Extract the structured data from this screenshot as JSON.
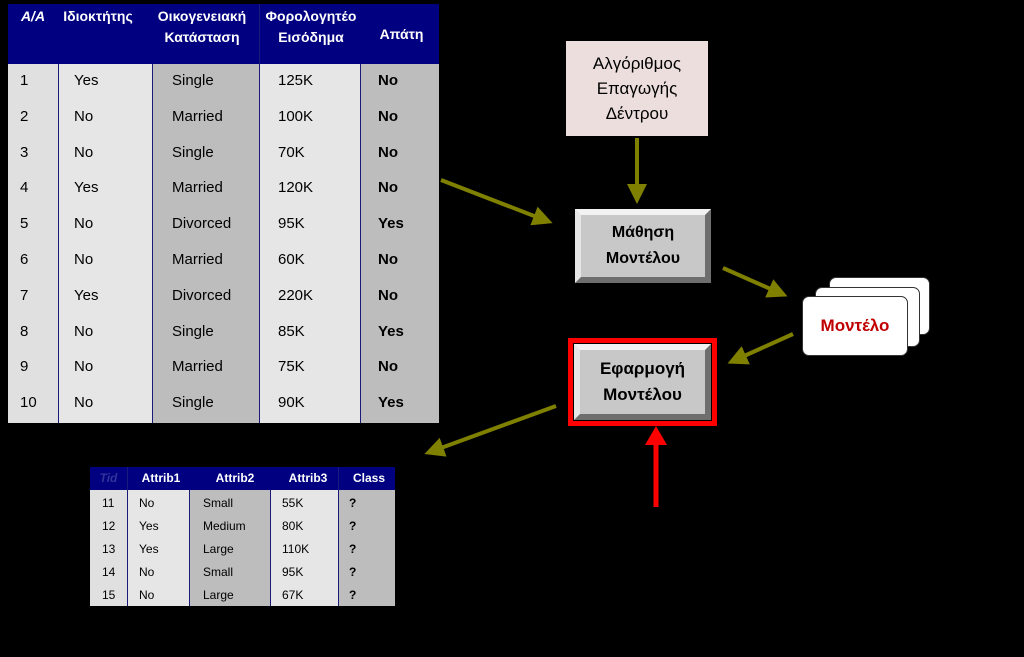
{
  "training_table": {
    "headers": [
      "A/A",
      "Ιδιοκτήτης",
      "Οικογενειακή Κατάσταση",
      "Φορολογητέο Εισόδημα",
      "Απάτη"
    ],
    "header_lines": {
      "c0": "A/A",
      "c1": "Ιδιοκτήτης",
      "c2a": "Οικογενειακή",
      "c2b": "Κατάσταση",
      "c3a": "Φορολογητέο",
      "c3b": "Εισόδημα",
      "c4": "Απάτη"
    },
    "rows": [
      [
        "1",
        "Yes",
        "Single",
        "125K",
        "No"
      ],
      [
        "2",
        "No",
        "Married",
        "100K",
        "No"
      ],
      [
        "3",
        "No",
        "Single",
        "70K",
        "No"
      ],
      [
        "4",
        "Yes",
        "Married",
        "120K",
        "No"
      ],
      [
        "5",
        "No",
        "Divorced",
        "95K",
        "Yes"
      ],
      [
        "6",
        "No",
        "Married",
        "60K",
        "No"
      ],
      [
        "7",
        "Yes",
        "Divorced",
        "220K",
        "No"
      ],
      [
        "8",
        "No",
        "Single",
        "85K",
        "Yes"
      ],
      [
        "9",
        "No",
        "Married",
        "75K",
        "No"
      ],
      [
        "10",
        "No",
        "Single",
        "90K",
        "Yes"
      ]
    ]
  },
  "test_table": {
    "headers": [
      "Tid",
      "Attrib1",
      "Attrib2",
      "Attrib3",
      "Class"
    ],
    "rows": [
      [
        "11",
        "No",
        "Small",
        "55K",
        "?"
      ],
      [
        "12",
        "Yes",
        "Medium",
        "80K",
        "?"
      ],
      [
        "13",
        "Yes",
        "Large",
        "110K",
        "?"
      ],
      [
        "14",
        "No",
        "Small",
        "95K",
        "?"
      ],
      [
        "15",
        "No",
        "Large",
        "67K",
        "?"
      ]
    ]
  },
  "algorithm_box": {
    "line1": "Αλγόριθμος",
    "line2": "Επαγωγής",
    "line3": "Δέντρου"
  },
  "learn_box": {
    "line1": "Μάθηση",
    "line2": "Μοντέλου"
  },
  "apply_box": {
    "line1": "Εφαρμογή",
    "line2": "Μοντέλου"
  },
  "model_label": "Μοντέλο",
  "colors": {
    "header_bg": "#000080",
    "arrow_olive": "#7f7f00",
    "highlight_red": "#ff0000",
    "model_text": "#c00000"
  }
}
